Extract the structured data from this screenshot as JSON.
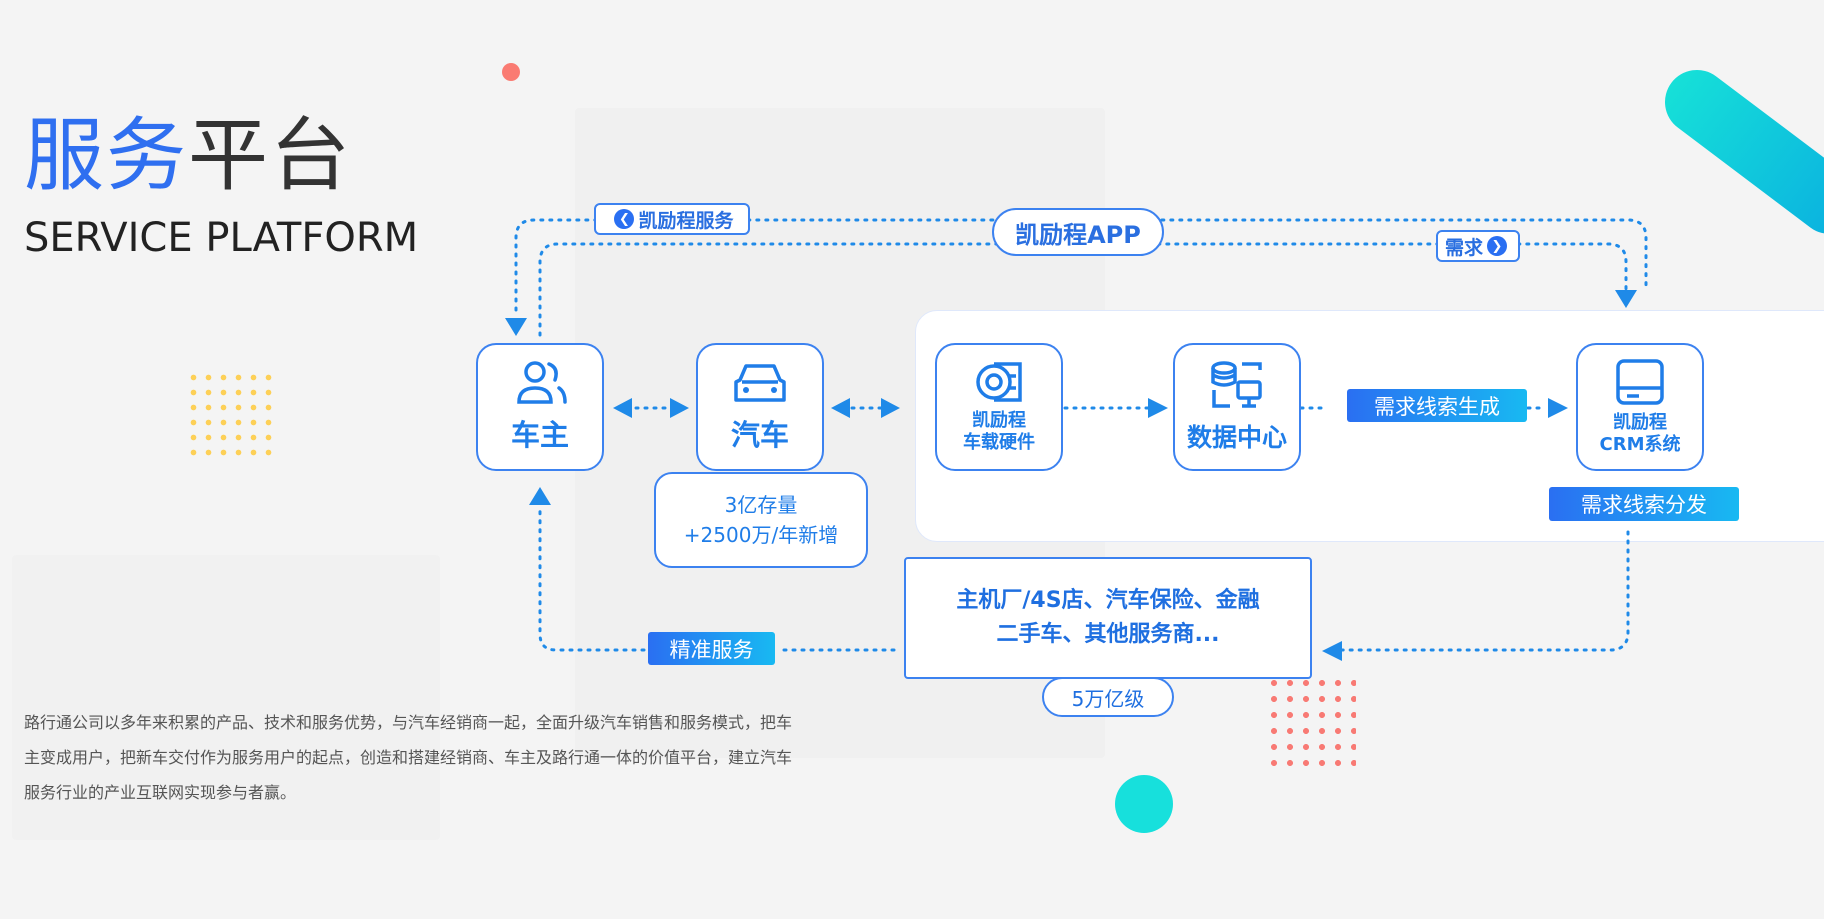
{
  "header": {
    "title_highlight": "服务",
    "title_rest": "平台",
    "subtitle": "SERVICE PLATFORM"
  },
  "description": "路行通公司以多年来积累的产品、技术和服务优势，与汽车经销商一起，全面升级汽车销售和服务模式，把车主变成用户，把新车交付作为服务用户的起点，创造和搭建经销商、车主及路行通一体的价值平台，建立汽车服务行业的产业互联网实现参与者赢。",
  "diagram": {
    "top_service_tag": "凯励程服务",
    "app_pill": "凯励程APP",
    "demand_tag": "需求",
    "owner": "车主",
    "car": "汽车",
    "stock_line1": "3亿存量",
    "stock_line2": "+2500万/年新增",
    "hardware_line1": "凯励程",
    "hardware_line2": "车载硬件",
    "data_center": "数据中心",
    "lead_gen": "需求线索生成",
    "crm_line1": "凯励程",
    "crm_line2": "CRM系统",
    "lead_dist": "需求线索分发",
    "dealer_line1": "主机厂/4S店、汽车保险、金融",
    "dealer_line2": "二手车、其他服务商...",
    "scale": "5万亿级",
    "precise_service": "精准服务"
  },
  "colors": {
    "accent_blue": "#2f6ff0",
    "line_blue": "#1f8ae8",
    "teal": "#17e0dc",
    "coral": "#fa7b72",
    "yellow": "#fdd057"
  },
  "icons": [
    "person-group-icon",
    "car-icon",
    "camera-device-icon",
    "database-monitor-icon",
    "crm-screen-icon",
    "chevron-left-icon",
    "chevron-right-icon"
  ]
}
